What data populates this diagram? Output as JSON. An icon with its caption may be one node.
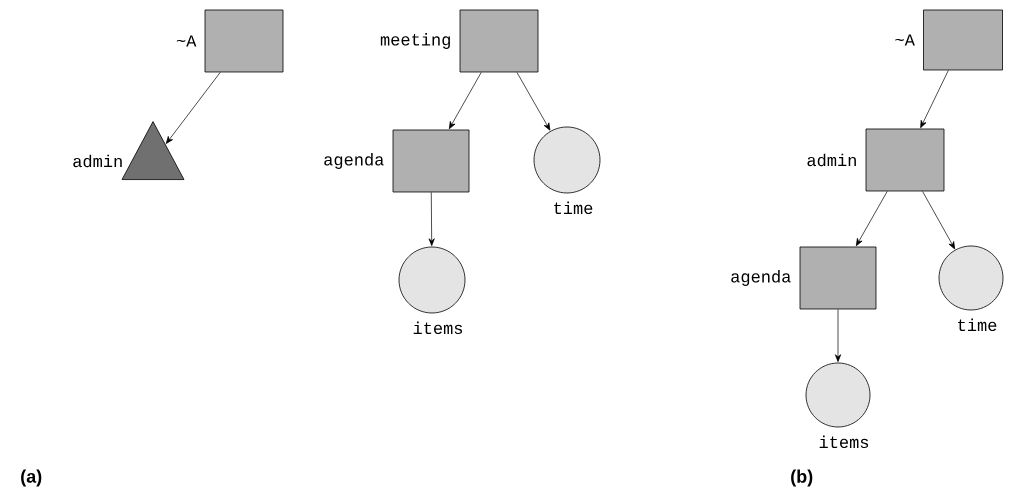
{
  "diagram": {
    "nodes": [
      {
        "text": [],
        "shape": "box",
        "beside": [
          "~A"
        ]
      },
      {
        "text": [],
        "shape": "triangle",
        "beside": [
          "admin"
        ]
      },
      {
        "text": [],
        "shape": "box",
        "beside": [
          "meeting"
        ]
      },
      {
        "text": [],
        "shape": "box",
        "beside": [
          "agenda"
        ]
      },
      {
        "text": [],
        "shape": "circle",
        "beside": [
          "time"
        ]
      },
      {
        "text": [],
        "shape": "circle",
        "beside": [
          "items"
        ]
      },
      {
        "text": [],
        "shape": "box",
        "beside": [
          "~A"
        ]
      },
      {
        "text": [],
        "shape": "box",
        "beside": [
          "admin"
        ]
      },
      {
        "text": [],
        "shape": "box",
        "beside": [
          "agenda"
        ]
      },
      {
        "text": [],
        "shape": "circle",
        "beside": [
          "time"
        ]
      },
      {
        "text": [],
        "shape": "circle",
        "beside": [
          "items"
        ]
      }
    ],
    "edges": [
      {
        "from": 0,
        "to": 1,
        "arrow": "to"
      },
      {
        "from": 2,
        "to": 3,
        "arrow": "to"
      },
      {
        "from": 2,
        "to": 4,
        "arrow": "to"
      },
      {
        "from": 3,
        "to": 5,
        "arrow": "to"
      },
      {
        "from": 6,
        "to": 7,
        "arrow": "to"
      },
      {
        "from": 7,
        "to": 8,
        "arrow": "to"
      },
      {
        "from": 7,
        "to": 9,
        "arrow": "to"
      },
      {
        "from": 8,
        "to": 10,
        "arrow": "to"
      }
    ],
    "labels": [
      "(a)",
      "(b)"
    ]
  }
}
